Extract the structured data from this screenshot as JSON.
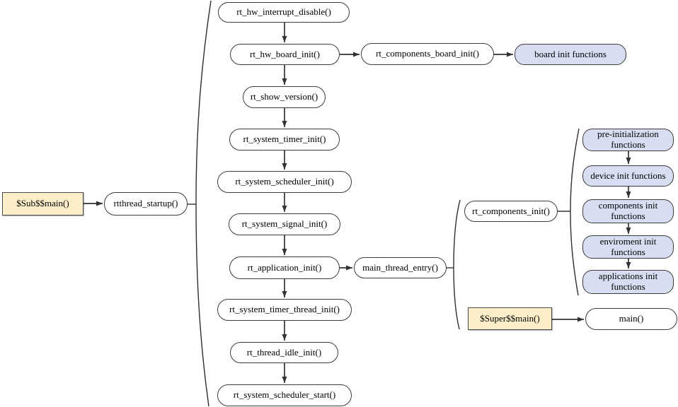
{
  "colors": {
    "accent-blue": "#d8def1",
    "accent-tan": "#fbeec8",
    "line": "#333333",
    "border": "#3c3c3c"
  },
  "nodes": {
    "sub_main": {
      "label": "$Sub$$main()"
    },
    "rtthread_startup": {
      "label": "rtthread_startup()"
    },
    "rt_hw_interrupt_disable": {
      "label": "rt_hw_interrupt_disable()"
    },
    "rt_hw_board_init": {
      "label": "rt_hw_board_init()"
    },
    "rt_components_board_init": {
      "label": "rt_components_board_init()"
    },
    "board_init_functions": {
      "label": "board init functions"
    },
    "rt_show_version": {
      "label": "rt_show_version()"
    },
    "rt_system_timer_init": {
      "label": "rt_system_timer_init()"
    },
    "rt_system_scheduler_init": {
      "label": "rt_system_scheduler_init()"
    },
    "rt_system_signal_init": {
      "label": "rt_system_signal_init()"
    },
    "rt_application_init": {
      "label": "rt_application_init()"
    },
    "rt_system_timer_thread_init": {
      "label": "rt_system_timer_thread_init()"
    },
    "rt_thread_idle_init": {
      "label": "rt_thread_idle_init()"
    },
    "rt_system_scheduler_start": {
      "label": "rt_system_scheduler_start()"
    },
    "main_thread_entry": {
      "label": "main_thread_entry()"
    },
    "rt_components_init": {
      "label": "rt_components_init()"
    },
    "pre_initialization_functions": {
      "label": "pre-initialization functions"
    },
    "device_init_functions": {
      "label": "device init functions"
    },
    "components_init_functions": {
      "label": "components init functions"
    },
    "enviroment_init_functions": {
      "label": "enviroment init functions"
    },
    "applications_init_functions": {
      "label": "applications init functions"
    },
    "super_main": {
      "label": "$Super$$main()"
    },
    "main": {
      "label": "main()"
    }
  }
}
